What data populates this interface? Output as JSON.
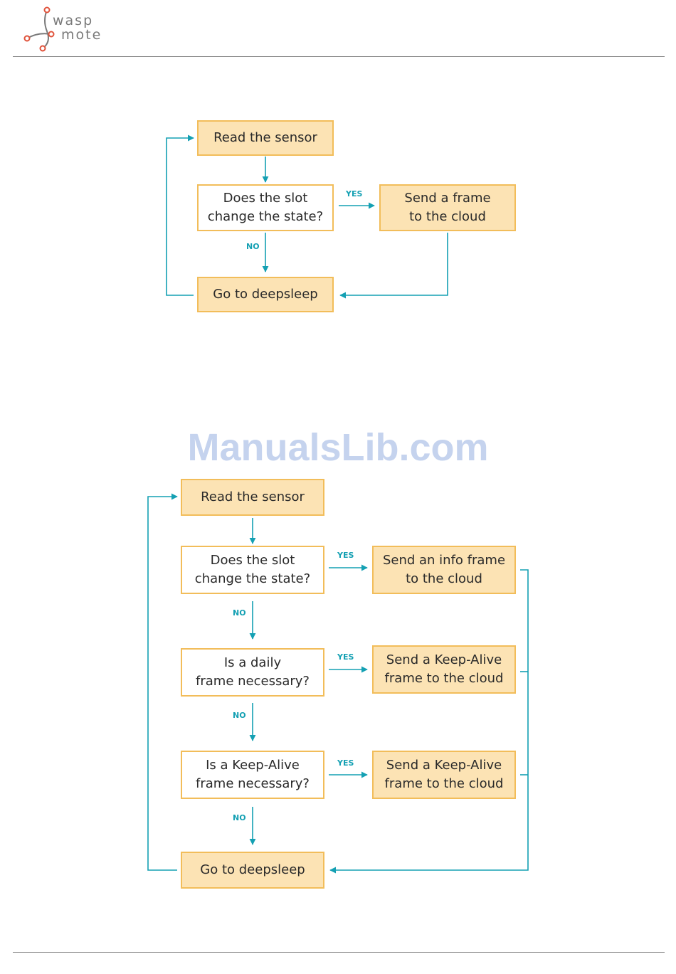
{
  "logo": {
    "line1": "wasp",
    "line2": "mote"
  },
  "watermark": "ManualsLib.com",
  "colors": {
    "arrow": "#14a0b3",
    "box_border": "#f2bd5a",
    "box_fill": "#fce3b4",
    "rule": "#8a8a8a"
  },
  "diagram1": {
    "read": "Read the sensor",
    "question": "Does the slot\nchange the state?",
    "send": "Send a frame\nto the cloud",
    "sleep": "Go to deepsleep",
    "yes": "YES",
    "no": "NO"
  },
  "diagram2": {
    "read": "Read the sensor",
    "q1": "Does the slot\nchange the state?",
    "send1": "Send an info frame\nto the cloud",
    "q2": "Is a daily\nframe necessary?",
    "send2": "Send a Keep-Alive\nframe to the cloud",
    "q3": "Is a Keep-Alive\nframe necessary?",
    "send3": "Send a Keep-Alive\nframe to the cloud",
    "sleep": "Go to deepsleep",
    "yes1": "YES",
    "no1": "NO",
    "yes2": "YES",
    "no2": "NO",
    "yes3": "YES",
    "no3": "NO"
  }
}
